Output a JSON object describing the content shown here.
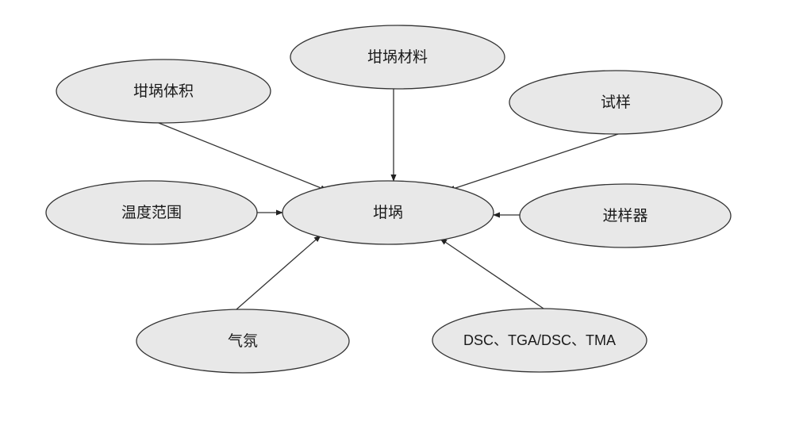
{
  "diagram": {
    "nodes": {
      "center": {
        "label": "坩埚"
      },
      "material": {
        "label": "坩埚材料"
      },
      "volume": {
        "label": "坩埚体积"
      },
      "sample": {
        "label": "试样"
      },
      "temperature": {
        "label": "温度范围"
      },
      "autosampler": {
        "label": "进样器"
      },
      "atmosphere": {
        "label": "气氛"
      },
      "instrument": {
        "label": "DSC、TGA/DSC、TMA"
      }
    },
    "edges": [
      {
        "from": "material",
        "to": "center"
      },
      {
        "from": "volume",
        "to": "center"
      },
      {
        "from": "sample",
        "to": "center"
      },
      {
        "from": "temperature",
        "to": "center"
      },
      {
        "from": "autosampler",
        "to": "center"
      },
      {
        "from": "atmosphere",
        "to": "center"
      },
      {
        "from": "instrument",
        "to": "center"
      }
    ],
    "colors": {
      "node_fill": "#e8e8e8",
      "stroke": "#333333",
      "text": "#1a1a1a"
    }
  }
}
